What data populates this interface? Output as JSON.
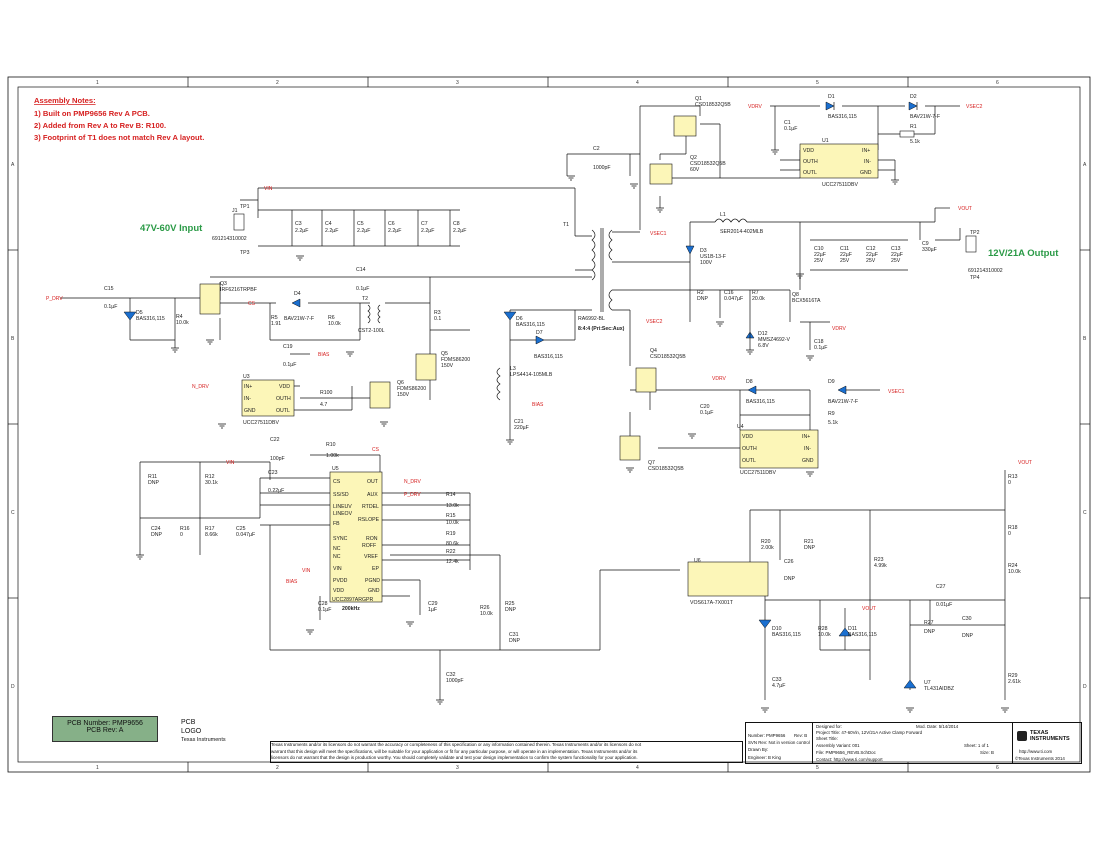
{
  "notes": {
    "title": "Assembly Notes:",
    "items": [
      "1) Built on PMP9656 Rev A PCB.",
      "2) Added from Rev A to Rev B: R100.",
      "3) Footprint of T1 does not match Rev A layout."
    ]
  },
  "labels": {
    "input": "47V-60V Input",
    "output": "12V/21A Output",
    "freq": "200kHz",
    "t1_ratio": "8:4:4 (Pri:Sec:Aux)"
  },
  "zones": {
    "cols": [
      "1",
      "2",
      "3",
      "4",
      "5",
      "6"
    ],
    "rows": [
      "A",
      "B",
      "C",
      "D"
    ]
  },
  "pcb_box": {
    "number": "PCB Number: PMP9656",
    "rev": "PCB Rev: A"
  },
  "logo": {
    "l1": "PCB",
    "l2": "LOGO",
    "l3": "Texas Instruments"
  },
  "disclaimer": [
    "Texas Instruments and/or its licensors do not warrant the accuracy or completeness of this specification or any information contained therein. Texas Instruments and/or its licensors do not",
    "warrant that this design will meet the specifications, will be suitable for your application or fit for any particular purpose, or will operate in an implementation. Texas Instruments and/or its",
    "licensors do not warrant that the design is production worthy. You should completely validate and test your design implementation to confirm the system functionality for your application."
  ],
  "title_block": {
    "number": "Number: PMP9656",
    "rev": "Rev: B",
    "svn": "SVN Rev:  Not in version control",
    "drawn": "Drawn By:",
    "engineer": "Engineer: B King",
    "designed": "Designed for:",
    "mod_date": "Mod. Date: 5/14/2014",
    "project": "Project Title: 47-60Vin, 12V/21A Active Clamp Forward",
    "sheet_title": "Sheet Title:",
    "assembly": "Assembly Variant: 001",
    "sheet": "Sheet: 1 of 1",
    "file": "File: PMP9656_REVB.SchDoc",
    "size": "Size: B",
    "contact": "Contact: http://www.ti.com/support",
    "web": "http://www.ti.com",
    "copyright": "©Texas Instruments  2014",
    "ti1": "TEXAS",
    "ti2": "INSTRUMENTS"
  },
  "nets": [
    "VIN",
    "VDRV",
    "VSEC2",
    "VSEC1",
    "VOUT",
    "P_DRV",
    "CS",
    "BIAS",
    "N_DRV",
    "VSEC1",
    "VSEC2",
    "VDRV",
    "VDRV",
    "BIAS",
    "VIN",
    "CS",
    "N_DRV",
    "P_DRV",
    "VIN",
    "BIAS",
    "VOUT",
    "VOUT",
    "VSEC1",
    "PGND",
    "GND"
  ],
  "parts": {
    "Q1": "Q1",
    "Q1v": "CSD18532Q5B",
    "Q2": "Q2",
    "Q2v": "CSD18532Q5B",
    "Q2v2": "60V",
    "D1": "D1",
    "D1v": "BAS316,115",
    "D2": "D2",
    "D2v": "BAV21W-7-F",
    "R1": "R1",
    "R1v": "5.1k",
    "C1": "C1",
    "C1v": "0.1µF",
    "U1": "U1",
    "U1v": "UCC27511DBV",
    "C2": "C2",
    "C2v": "1000pF",
    "J1": "J1",
    "J1v": "691214310002",
    "TP1": "TP1",
    "TP3": "TP3",
    "C3": "C3",
    "C4": "C4",
    "C5": "C5",
    "C6": "C6",
    "C7": "C7",
    "C8": "C8",
    "Cv": "2.2µF",
    "T1": "T1",
    "T1v": "RA6992-BL",
    "L1": "L1",
    "L1v": "SER2014-402MLB",
    "D3": "D3",
    "D3v": "US1B-13-F",
    "D3v2": "100V",
    "C10": "C10",
    "C11": "C11",
    "C12": "C12",
    "C13": "C13",
    "C10v": "22µF",
    "C10v2": "25V",
    "C9": "C9",
    "C9v": "330µF",
    "TP2": "TP2",
    "TP4": "TP4",
    "J2v": "691214310002",
    "C15": "C15",
    "C15v": "0.1µF",
    "D5": "D5",
    "D5v": "BAS316,115",
    "R4": "R4",
    "R4v": "10.0k",
    "Q3": "Q3",
    "Q3v": "IRF6216TRPBF",
    "D4": "D4",
    "D4v": "BAV21W-7-F",
    "C14": "C14",
    "C14v": "0.1µF",
    "T2": "T2",
    "T2v": "CST2-100L",
    "R3": "R3",
    "R3v": "0.1",
    "R5": "R5",
    "R5v": "1.91",
    "R6": "R6",
    "R6v": "10.0k",
    "C19": "C19",
    "C19v": "0.1µF",
    "Q5": "Q5",
    "Q5v": "FDMS86200",
    "Q5v2": "150V",
    "Q6": "Q6",
    "Q6v": "FDMS86200",
    "Q6v2": "150V",
    "U3": "U3",
    "U3v": "UCC27511DBV",
    "R100": "R100",
    "R100v": "4.7",
    "D6": "D6",
    "D6v": "BAS316,115",
    "D7": "D7",
    "D7v": "BAS316,115",
    "L3": "L3",
    "L3v": "LPS4414-105MLB",
    "C21": "C21",
    "C21v": "220µF",
    "R2": "R2",
    "R2v": "DNP",
    "C16": "C16",
    "C16v": "0.047µF",
    "R7": "R7",
    "R7v": "20.0k",
    "Q8": "Q8",
    "Q8v": "BCX5616TA",
    "D12": "D12",
    "D12v": "MMSZ4692-V",
    "D12v2": "6.8V",
    "C18": "C18",
    "C18v": "0.1µF",
    "Q4": "Q4",
    "Q4v": "CSD18532Q5B",
    "Q7": "Q7",
    "Q7v": "CSD18532Q5B",
    "C20": "C20",
    "C20v": "0.1µF",
    "D8": "D8",
    "D8v": "BAS316,115",
    "D9": "D9",
    "D9v": "BAV21W-7-F",
    "R9": "R9",
    "R9v": "5.1k",
    "U4": "U4",
    "U4v": "UCC27511DBV",
    "C22": "C22",
    "C22v": "100pF",
    "R10": "R10",
    "R10v": "1.00k",
    "C23": "C23",
    "C23v": "0.22µF",
    "R11": "R11",
    "R11v": "DNP",
    "R12": "R12",
    "R12v": "30.1k",
    "C24": "C24",
    "C24v": "DNP",
    "R16": "R16",
    "R16v": "0",
    "R17": "R17",
    "R17v": "8.66k",
    "C25": "C25",
    "C25v": "0.047µF",
    "U5": "U5",
    "U5v": "UCC2897ARGPR",
    "R14": "R14",
    "R14v": "13.0k",
    "R15": "R15",
    "R15v": "10.0k",
    "R19": "R19",
    "R19v": "80.6k",
    "R22": "R22",
    "R22v": "12.4k",
    "C28": "C28",
    "C28v": "0.1µF",
    "C29": "C29",
    "C29v": "1µF",
    "R26": "R26",
    "R26v": "10.0k",
    "R25": "R25",
    "R25v": "DNP",
    "C31": "C31",
    "C31v": "DNP",
    "C32": "C32",
    "C32v": "1000pF",
    "U6": "U6",
    "U6v": "VOS617A-7X001T",
    "R20": "R20",
    "R20v": "2.00k",
    "R21": "R21",
    "R21v": "DNP",
    "C26": "C26",
    "C26v": "DNP",
    "R23": "R23",
    "R23v": "4.99k",
    "C27": "C27",
    "C27v": "0.01µF",
    "R27": "R27",
    "R27v": "DNP",
    "C30": "C30",
    "C30v": "DNP",
    "D10": "D10",
    "D10v": "BAS316,115",
    "R28": "R28",
    "R28v": "10.0k",
    "D11": "D11",
    "D11v": "BAS316,115",
    "C33": "C33",
    "C33v": "4.7µF",
    "U7": "U7",
    "U7v": "TL431AIDBZ",
    "R13": "R13",
    "R13v": "0",
    "R18": "R18",
    "R18v": "0",
    "R24": "R24",
    "R24v": "10.0k",
    "R29": "R29",
    "R29v": "2.61k"
  },
  "pins": {
    "u1": [
      "VDD",
      "IN+",
      "OUTH",
      "IN-",
      "OUTL",
      "GND"
    ],
    "u3": [
      "IN+",
      "VDD",
      "IN-",
      "OUTH",
      "GND",
      "OUTL"
    ],
    "u4": [
      "VDD",
      "IN+",
      "OUTH",
      "IN-",
      "OUTL",
      "GND"
    ],
    "u5": [
      "CS",
      "OUT",
      "SS/SD",
      "AUX",
      "LINEUV",
      "RTDEL",
      "LINEOV",
      "RSLOPE",
      "FB",
      "SYNC",
      "RON",
      "NC",
      "ROFF",
      "NC",
      "VREF",
      "VIN",
      "EP",
      "PVDD",
      "PGND",
      "VDD",
      "GND"
    ]
  }
}
